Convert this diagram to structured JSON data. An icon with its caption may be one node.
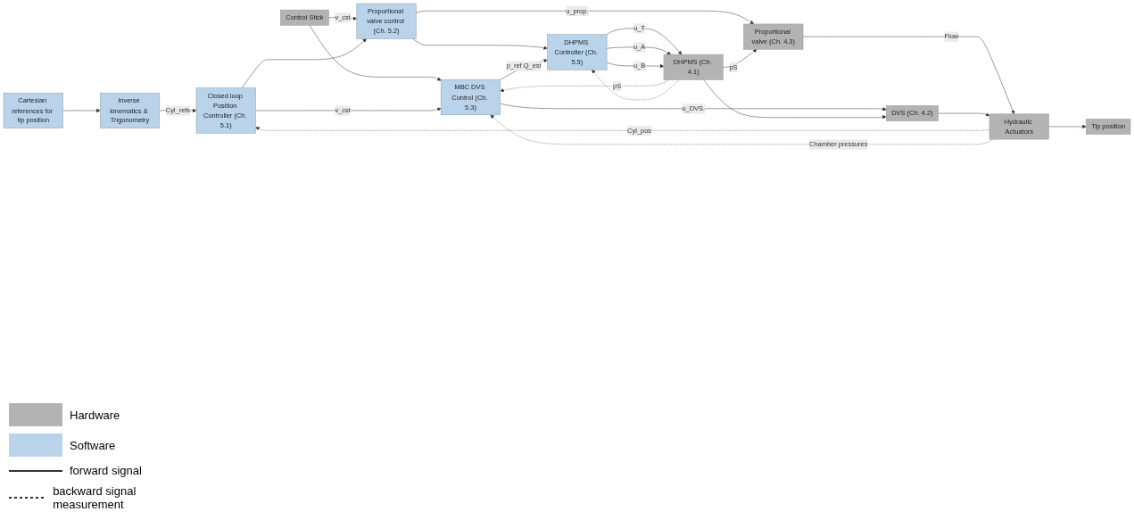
{
  "diagram": {
    "nodes": [
      {
        "text": [
          "Cartesian references for tip position"
        ]
      },
      {
        "text": [
          "Inverse kinematics & Trigonometry"
        ]
      },
      {
        "text": [
          "Control Stick"
        ]
      },
      {
        "text": [
          "Closed loop Position Controller (Ch. 5.1)"
        ]
      },
      {
        "text": [
          "Proportional valve control (Ch. 5.2)"
        ]
      },
      {
        "text": [
          "MBC DVS Control (Ch. 5.3)"
        ]
      },
      {
        "text": [
          "Proportional valve (Ch. 4.3)"
        ]
      },
      {
        "text": [
          "DVS (Ch. 4.2)"
        ]
      },
      {
        "text": [
          "Hydraulic Actuators"
        ]
      },
      {
        "text": [
          "Tip position"
        ]
      },
      {
        "text": [
          "DHPMS Controller (Ch. 5.5)"
        ]
      },
      {
        "text": [
          "DHPMS (Ch. 4.1)"
        ]
      }
    ],
    "edges": [
      {
        "from": 0,
        "to": 1,
        "arrow": "to"
      },
      {
        "from": 1,
        "to": 3,
        "label": "Cyl_refs",
        "arrow": "to"
      },
      {
        "from": 2,
        "to": 4,
        "label": "v_cst",
        "arrow": "to"
      },
      {
        "from": 2,
        "to": 5,
        "arrow": "to"
      },
      {
        "from": 3,
        "to": 5,
        "label": "v_cst",
        "arrow": "to"
      },
      {
        "from": 3,
        "to": 4,
        "arrow": "to"
      },
      {
        "from": 4,
        "to": 6,
        "label": "u_prop.",
        "arrow": "to"
      },
      {
        "from": 5,
        "to": 7,
        "label": "u_DVS.",
        "arrow": "to"
      },
      {
        "from": 4,
        "to": 10,
        "arrow": "to"
      },
      {
        "from": 5,
        "to": 10,
        "label": "p_ref Q_est",
        "arrow": "to"
      },
      {
        "from": 10,
        "to": 11,
        "label": "u_T",
        "arrow": "to"
      },
      {
        "from": 10,
        "to": 11,
        "label": "u_A",
        "arrow": "to"
      },
      {
        "from": 10,
        "to": 11,
        "label": "u_B",
        "arrow": "to"
      },
      {
        "from": 11,
        "to": 6,
        "label": "pS",
        "arrow": "to"
      },
      {
        "from": 11,
        "to": 7,
        "arrow": "to"
      },
      {
        "from": 6,
        "to": 8,
        "label": "Flow",
        "arrow": "to"
      },
      {
        "from": 7,
        "to": 8,
        "arrow": "to"
      },
      {
        "from": 8,
        "to": 9,
        "arrow": "to"
      },
      {
        "from": 8,
        "to": 3,
        "label": "Cyl_pos",
        "arrow": "to",
        "style": "dashed"
      },
      {
        "from": 8,
        "to": 5,
        "label": "Chamber pressures",
        "arrow": "to",
        "style": "dashed"
      },
      {
        "from": 11,
        "to": 5,
        "label": "pS",
        "arrow": "to",
        "style": "dashed"
      },
      {
        "from": 11,
        "to": 10,
        "arrow": "to",
        "style": "dashed"
      }
    ],
    "legend": [
      {
        "text": "Hardware",
        "color": "#b3b3b3"
      },
      {
        "text": "Software",
        "color": "#b9d3ea"
      },
      {
        "text": "forward signal"
      },
      {
        "text": "backward signal measurement"
      }
    ]
  }
}
